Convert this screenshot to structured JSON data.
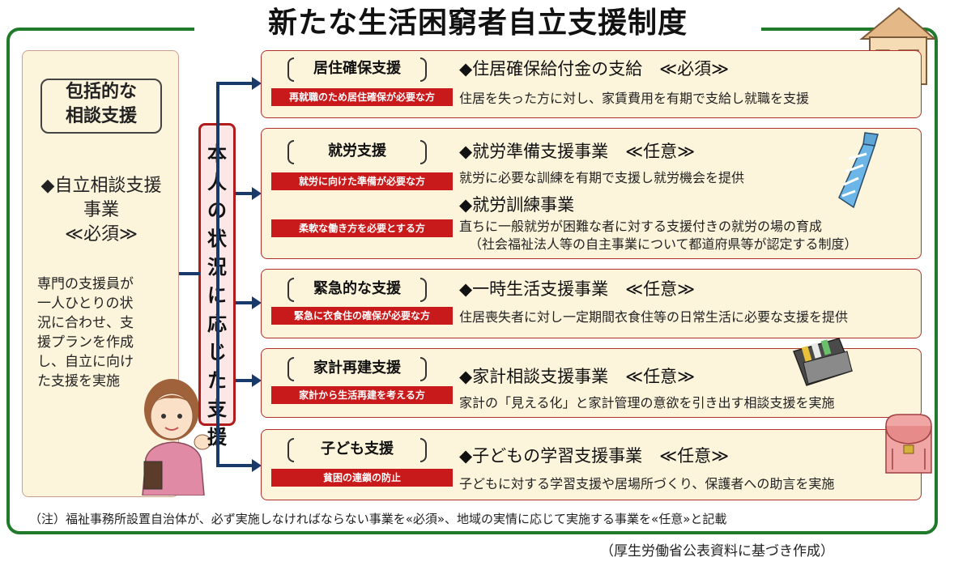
{
  "title": "新たな生活困窮者自立支援制度",
  "left": {
    "heading_line1": "包括的な",
    "heading_line2": "相談支援",
    "service_line1": "◆自立相談支援",
    "service_line2": "事業",
    "service_line3": "≪必須≫",
    "desc_lines": [
      "専門の支援員が",
      "一人ひとりの状",
      "況に合わせ、支",
      "援プランを作成",
      "し、自立に向け",
      "た支援を実施"
    ]
  },
  "center_label": [
    "本",
    "人",
    "の",
    "状",
    "況",
    "に",
    "応",
    "じ",
    "た",
    "支",
    "援"
  ],
  "rows": [
    {
      "category": "居住確保支援",
      "tags": [
        "再就職のため居住確保が必要な方"
      ],
      "services": [
        {
          "name": "◆住居確保給付金の支給　≪必須≫",
          "desc": [
            "住居を失った方に対し、家賃費用を有期で支給し就職を支援"
          ]
        }
      ]
    },
    {
      "category": "就労支援",
      "tags": [
        "就労に向けた準備が必要な方",
        "柔軟な働き方を必要とする方"
      ],
      "services": [
        {
          "name": "◆就労準備支援事業　≪任意≫",
          "desc": [
            "就労に必要な訓練を有期で支援し就労機会を提供"
          ]
        },
        {
          "name": "◆就労訓練事業",
          "desc": [
            "直ちに一般就労が困難な者に対する支援付きの就労の場の育成",
            "（社会福祉法人等の自主事業について都道府県等が認定する制度）"
          ]
        }
      ]
    },
    {
      "category": "緊急的な支援",
      "tags": [
        "緊急に衣食住の確保が必要な方"
      ],
      "services": [
        {
          "name": "◆一時生活支援事業　≪任意≫",
          "desc": [
            "住居喪失者に対し一定期間衣食住等の日常生活に必要な支援を提供"
          ]
        }
      ]
    },
    {
      "category": "家計再建支援",
      "tags": [
        "家計から生活再建を考える方"
      ],
      "services": [
        {
          "name": "◆家計相談支援事業　≪任意≫",
          "desc": [
            "家計の「見える化」と家計管理の意欲を引き出す相談支援を実施"
          ]
        }
      ]
    },
    {
      "category": "子ども支援",
      "tags": [
        "貧困の連鎖の防止"
      ],
      "services": [
        {
          "name": "◆子どもの学習支援事業　≪任意≫",
          "desc": [
            "子どもに対する学習支援や居場所づくり、保護者への助言を実施"
          ]
        }
      ]
    }
  ],
  "note": "（注）福祉事務所設置自治体が、必ず実施しなければならない事業を«必須»、地域の実情に応じて実施する事業を«任意»と記載",
  "source": "（厚生労働省公表資料に基づき作成）",
  "colors": {
    "frame": "#1f7a2a",
    "tag": "#c81a1a",
    "arrow": "#183a6b",
    "panel": "#fdf4dc"
  }
}
